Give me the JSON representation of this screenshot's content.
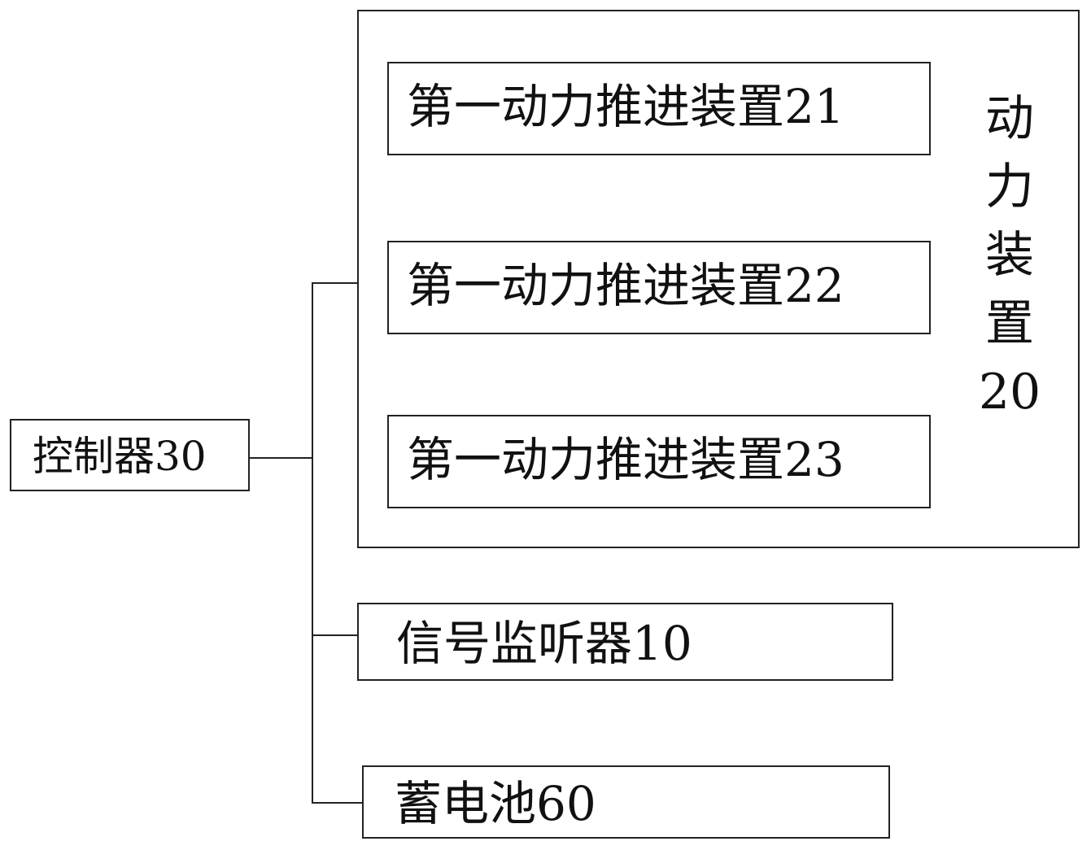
{
  "controller": {
    "label": "控制器30"
  },
  "power_device": {
    "label_chars": [
      "动",
      "力",
      "装",
      "置",
      "20"
    ],
    "propulsion_units": [
      {
        "label": "第一动力推进装置21"
      },
      {
        "label": "第一动力推进装置22"
      },
      {
        "label": "第一动力推进装置23"
      }
    ]
  },
  "signal_listener": {
    "label": "信号监听器10"
  },
  "battery": {
    "label": "蓄电池60"
  }
}
